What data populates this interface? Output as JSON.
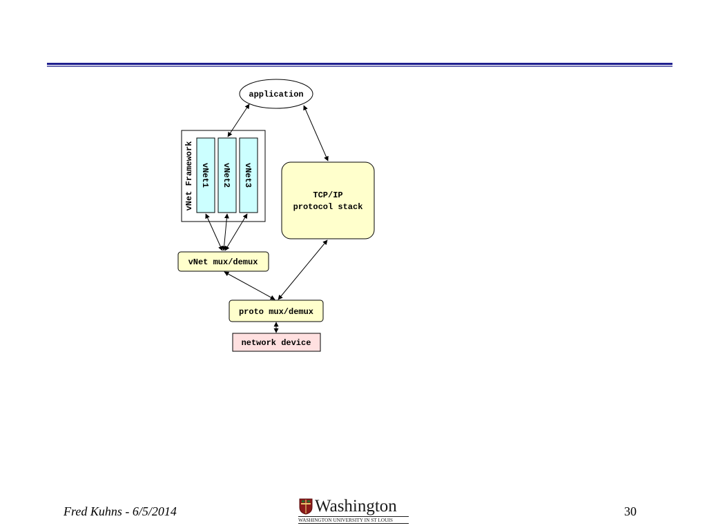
{
  "diagram": {
    "application": "application",
    "framework_label": "vNet Framework",
    "vnets": [
      "vNet1",
      "vNet2",
      "vNet3"
    ],
    "tcpip_line1": "TCP/IP",
    "tcpip_line2": "protocol stack",
    "vnet_mux": "vNet mux/demux",
    "proto_mux": "proto mux/demux",
    "network_device": "network device",
    "colors": {
      "vnet_fill": "#ccffff",
      "box_fill": "#ffffcc",
      "device_fill": "#ffe0e0",
      "rule": "#1f1f8f"
    }
  },
  "footer": {
    "author_date": "Fred Kuhns - 6/5/2014",
    "logo_word": "Washington",
    "logo_sub": "WASHINGTON UNIVERSITY IN ST LOUIS",
    "page_number": "30"
  }
}
